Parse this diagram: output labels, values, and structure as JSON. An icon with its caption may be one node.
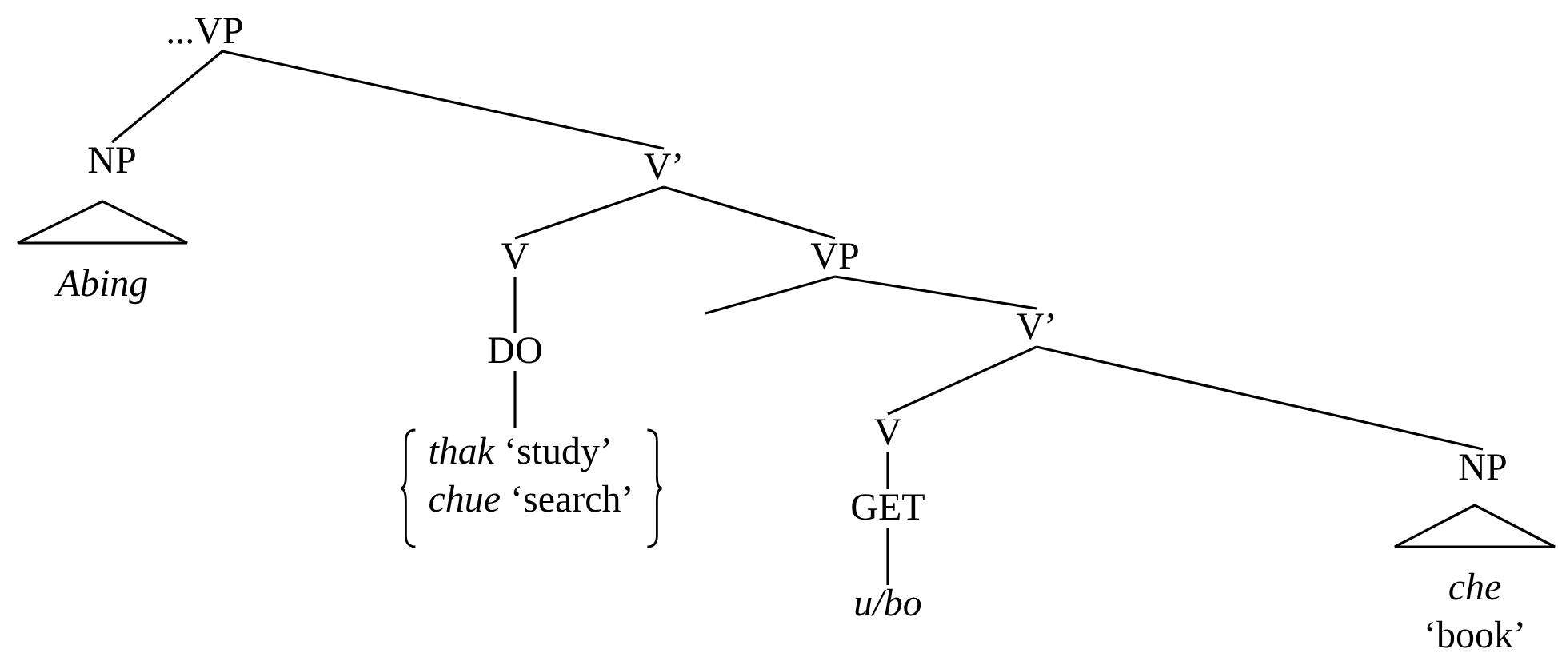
{
  "diagram": {
    "nodes": [
      {
        "text": [
          "...VP"
        ]
      },
      {
        "text": [
          "NP"
        ]
      },
      {
        "text": [],
        "shape": "triangle",
        "beside": [
          "Abing"
        ]
      },
      {
        "text": [
          "V’"
        ]
      },
      {
        "text": [
          "V"
        ]
      },
      {
        "text": [
          "DO"
        ]
      },
      {
        "text": [
          "*thak* ‘study’",
          "*chue* ‘search’"
        ]
      },
      {
        "text": [
          "VP"
        ]
      },
      {
        "text": [
          "V’"
        ]
      },
      {
        "text": [
          "V"
        ]
      },
      {
        "text": [
          "GET"
        ]
      },
      {
        "text": [
          "u/bo"
        ]
      },
      {
        "text": [
          "NP"
        ]
      },
      {
        "text": [],
        "shape": "triangle",
        "beside": [
          "che",
          "‘book’"
        ]
      }
    ],
    "edges": [
      {
        "from": 0,
        "to": 1,
        "arrow": "none"
      },
      {
        "from": 0,
        "to": 3,
        "arrow": "none"
      },
      {
        "from": 3,
        "to": 4,
        "arrow": "none"
      },
      {
        "from": 3,
        "to": 7,
        "arrow": "none"
      },
      {
        "from": 4,
        "to": 5,
        "arrow": "none"
      },
      {
        "from": 5,
        "to": 6,
        "arrow": "none"
      },
      {
        "from": 7,
        "to": null,
        "arrow": "none"
      },
      {
        "from": 7,
        "to": 8,
        "arrow": "none"
      },
      {
        "from": 8,
        "to": 9,
        "arrow": "none"
      },
      {
        "from": 8,
        "to": 12,
        "arrow": "none"
      },
      {
        "from": 9,
        "to": 10,
        "arrow": "none"
      },
      {
        "from": 10,
        "to": 11,
        "arrow": "none"
      }
    ]
  }
}
